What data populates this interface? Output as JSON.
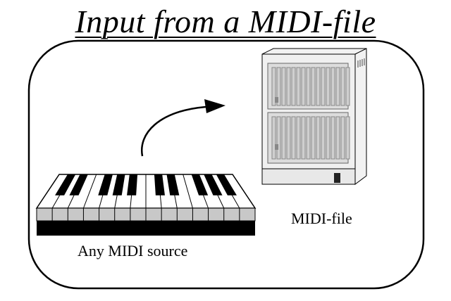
{
  "title": "Input from a MIDI-file",
  "source": {
    "label": "Any MIDI source",
    "icon": "piano-keyboard-icon"
  },
  "destination": {
    "label": "MIDI-file",
    "icon": "file-server-cabinet-icon"
  },
  "connector": {
    "icon": "curved-arrow-icon"
  },
  "colors": {
    "ink": "#000000",
    "background": "#ffffff",
    "key_gray": "#c8c8c8",
    "cabinet_fill": "#dcdcdc",
    "cabinet_side": "#f2f2f2"
  }
}
